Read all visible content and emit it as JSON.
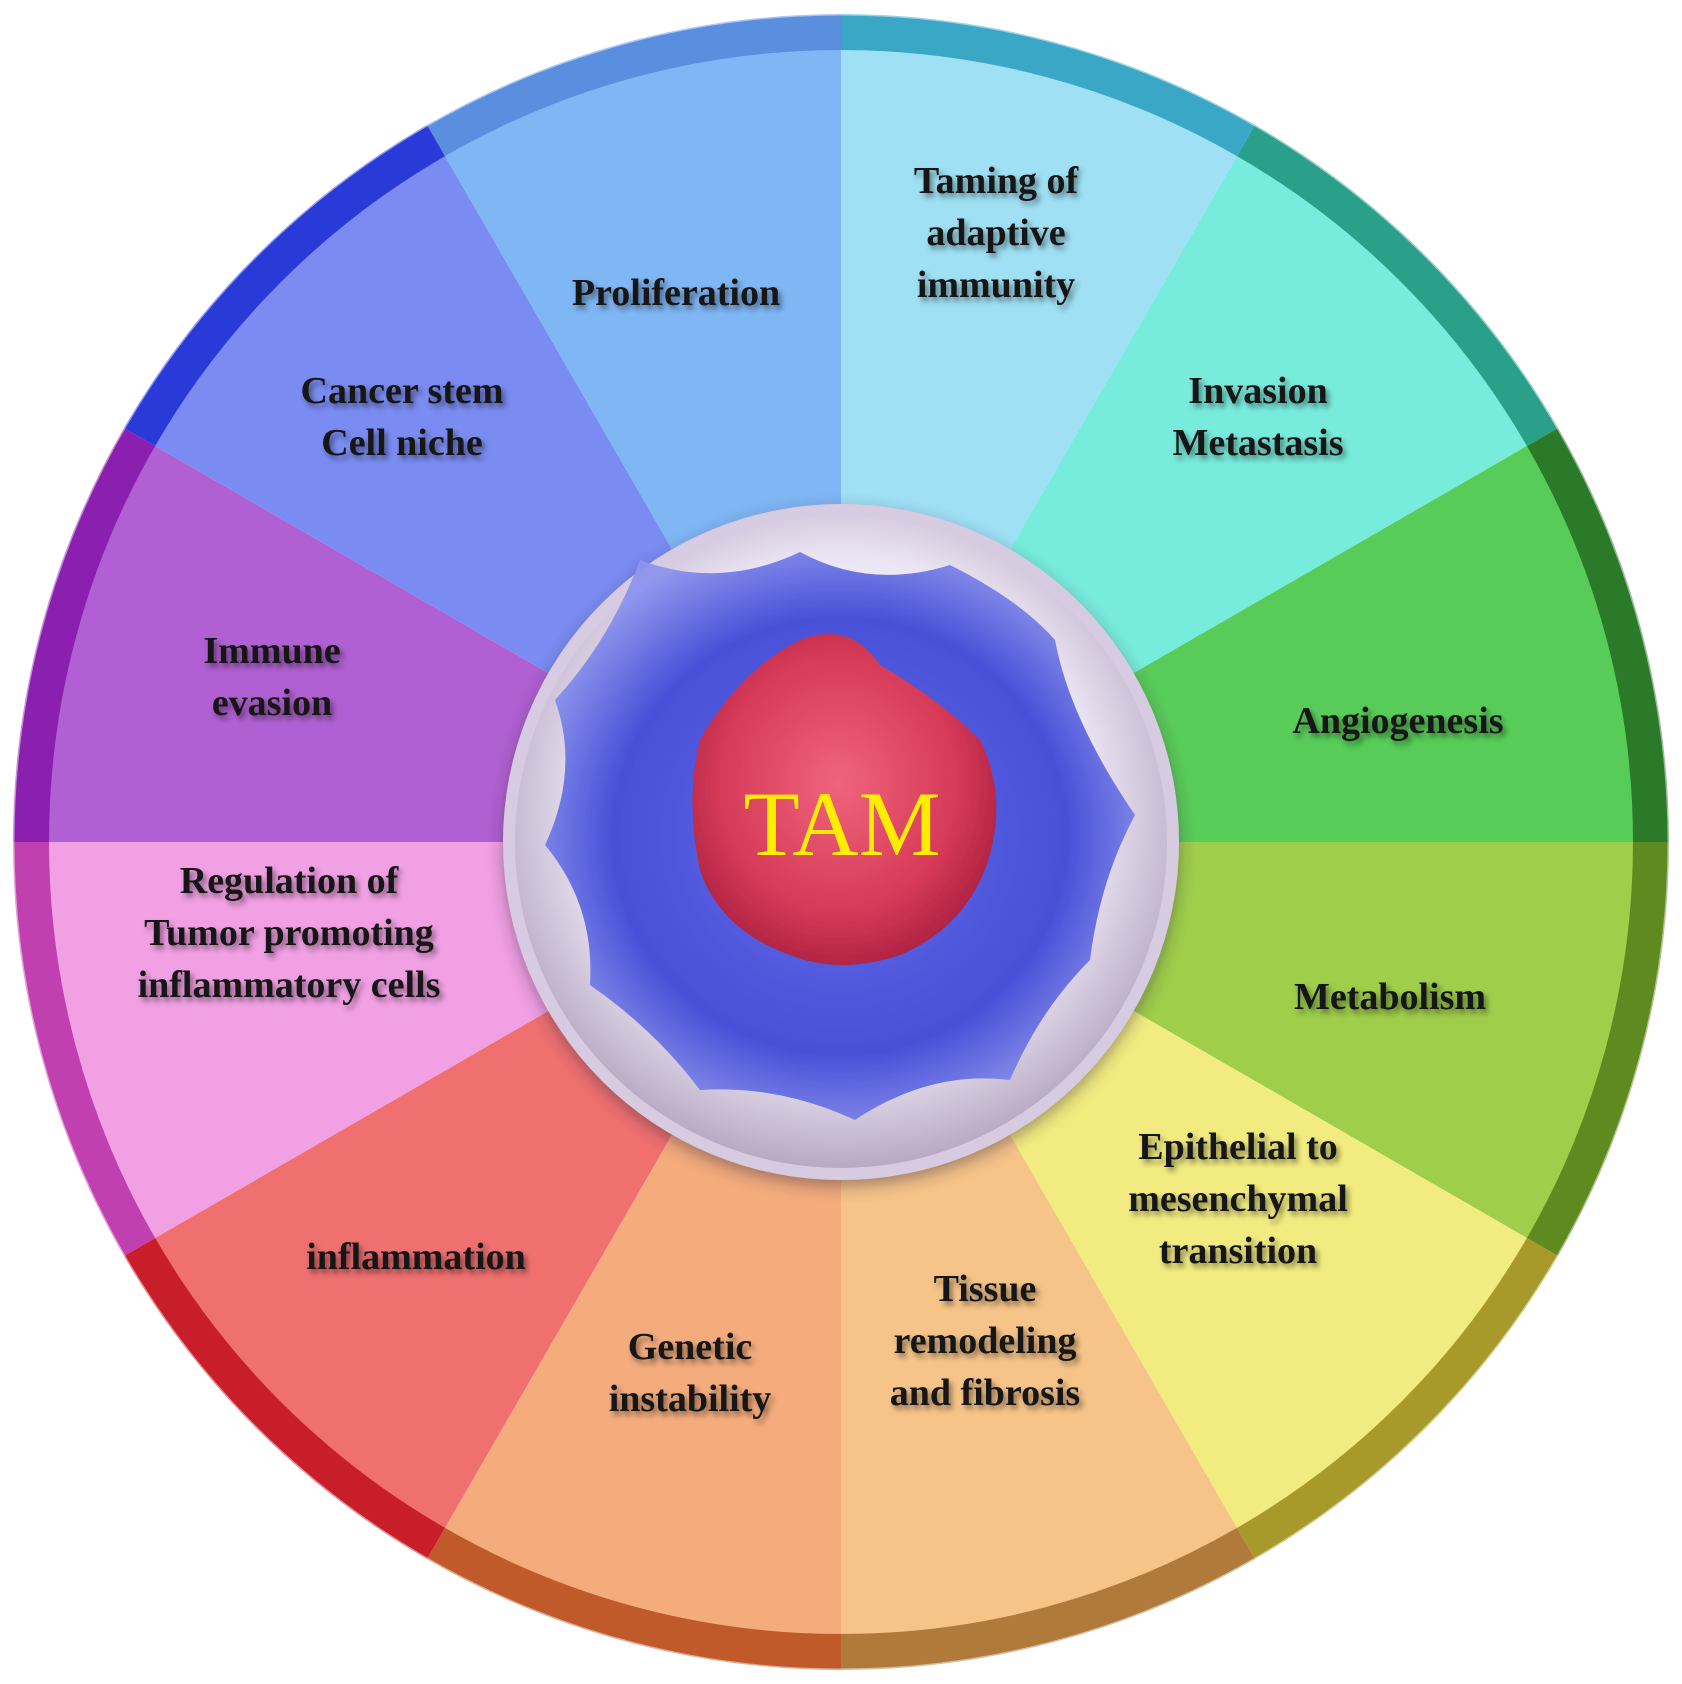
{
  "center": {
    "label": "TAM"
  },
  "segments": [
    {
      "lines": [
        "Proliferation"
      ],
      "color": "#7fb6f4",
      "rim": "#5a8fe0"
    },
    {
      "lines": [
        "Taming of",
        "adaptive",
        "immunity"
      ],
      "color": "#9fe0f4",
      "rim": "#3aa7c7"
    },
    {
      "lines": [
        "Invasion",
        "Metastasis"
      ],
      "color": "#78ecdc",
      "rim": "#2aa08a"
    },
    {
      "lines": [
        "Angiogenesis"
      ],
      "color": "#58cc58",
      "rim": "#2a7a2a"
    },
    {
      "lines": [
        "Metabolism"
      ],
      "color": "#9ece4a",
      "rim": "#5f8a20"
    },
    {
      "lines": [
        "Epithelial to",
        "mesenchymal",
        "transition"
      ],
      "color": "#f2ec80",
      "rim": "#a89a2a"
    },
    {
      "lines": [
        "Tissue",
        "remodeling",
        "and fibrosis"
      ],
      "color": "#f6c488",
      "rim": "#b07a3a"
    },
    {
      "lines": [
        "Genetic",
        "instability"
      ],
      "color": "#f4ac7c",
      "rim": "#c05a2a"
    },
    {
      "lines": [
        "inflammation"
      ],
      "color": "#f07070",
      "rim": "#c81e2a"
    },
    {
      "lines": [
        "Regulation of",
        "Tumor promoting",
        "inflammatory cells"
      ],
      "color": "#f2a0e4",
      "rim": "#c040b0"
    },
    {
      "lines": [
        "Immune",
        "evasion"
      ],
      "color": "#b060d2",
      "rim": "#8a1fb0"
    },
    {
      "lines": [
        "Cancer stem",
        "Cell niche"
      ],
      "color": "#7a8cf2",
      "rim": "#2a3ad8"
    }
  ]
}
